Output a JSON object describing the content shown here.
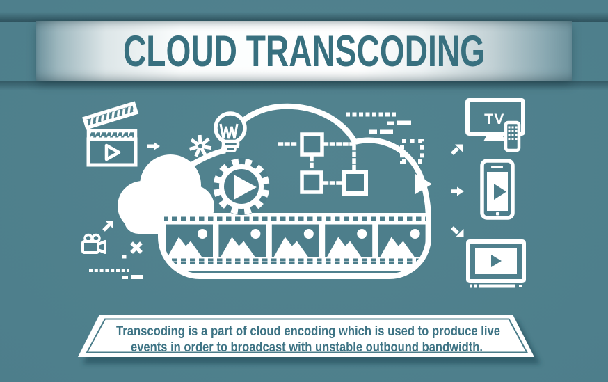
{
  "header": {
    "title": "CLOUD TRANSCODING"
  },
  "footer": {
    "line1": "Transcoding is a part of cloud encoding which is used to produce live",
    "line2": "events in order to broadcast with unstable outbound bandwidth."
  },
  "illustration": {
    "tv_label": "TV",
    "theme": {
      "background_teal": "#4d7e8b",
      "dark_shadow_teal": "#2f5d6a",
      "art_white": "#ffffff",
      "title_teal": "#38707f",
      "footer_text_teal": "#3d7384"
    },
    "icons": [
      "clapperboard-icon",
      "arrow-right-icon",
      "sparkle-icon",
      "lightbulb-icon",
      "small-cloud-icon",
      "big-cloud-icon",
      "gear-play-icon",
      "filmstrip-icon",
      "node-network-icon",
      "dotted-line-icon",
      "dash-marks-icon",
      "dotted-square-icon",
      "play-triangle-icon",
      "arrow-up-right-icon",
      "video-camera-icon",
      "cross-icon",
      "tv-icon",
      "remote-control-icon",
      "smartphone-icon",
      "monitor-icon",
      "arrow-down-right-icon"
    ]
  }
}
